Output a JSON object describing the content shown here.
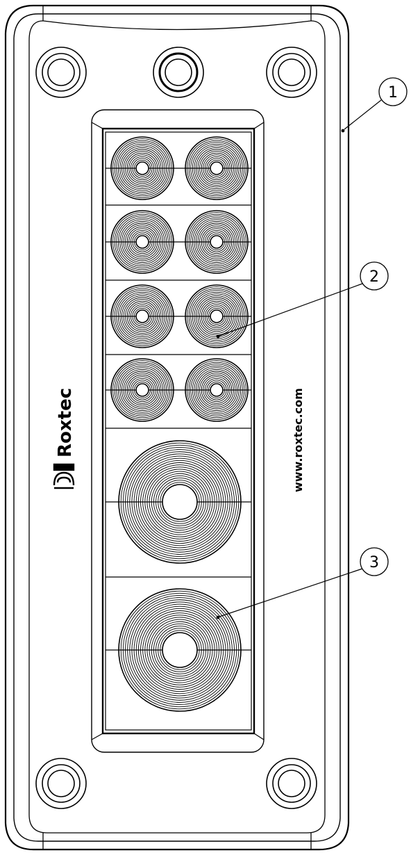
{
  "drawing": {
    "brand_name": "Roxtec",
    "website": "www.roxtec.com",
    "callouts": [
      "1",
      "2",
      "3"
    ]
  },
  "components": {
    "frame": {
      "bolt_count": 5
    },
    "small_modules": {
      "rows": 4,
      "columns": 2
    },
    "large_modules": {
      "count": 2
    }
  }
}
